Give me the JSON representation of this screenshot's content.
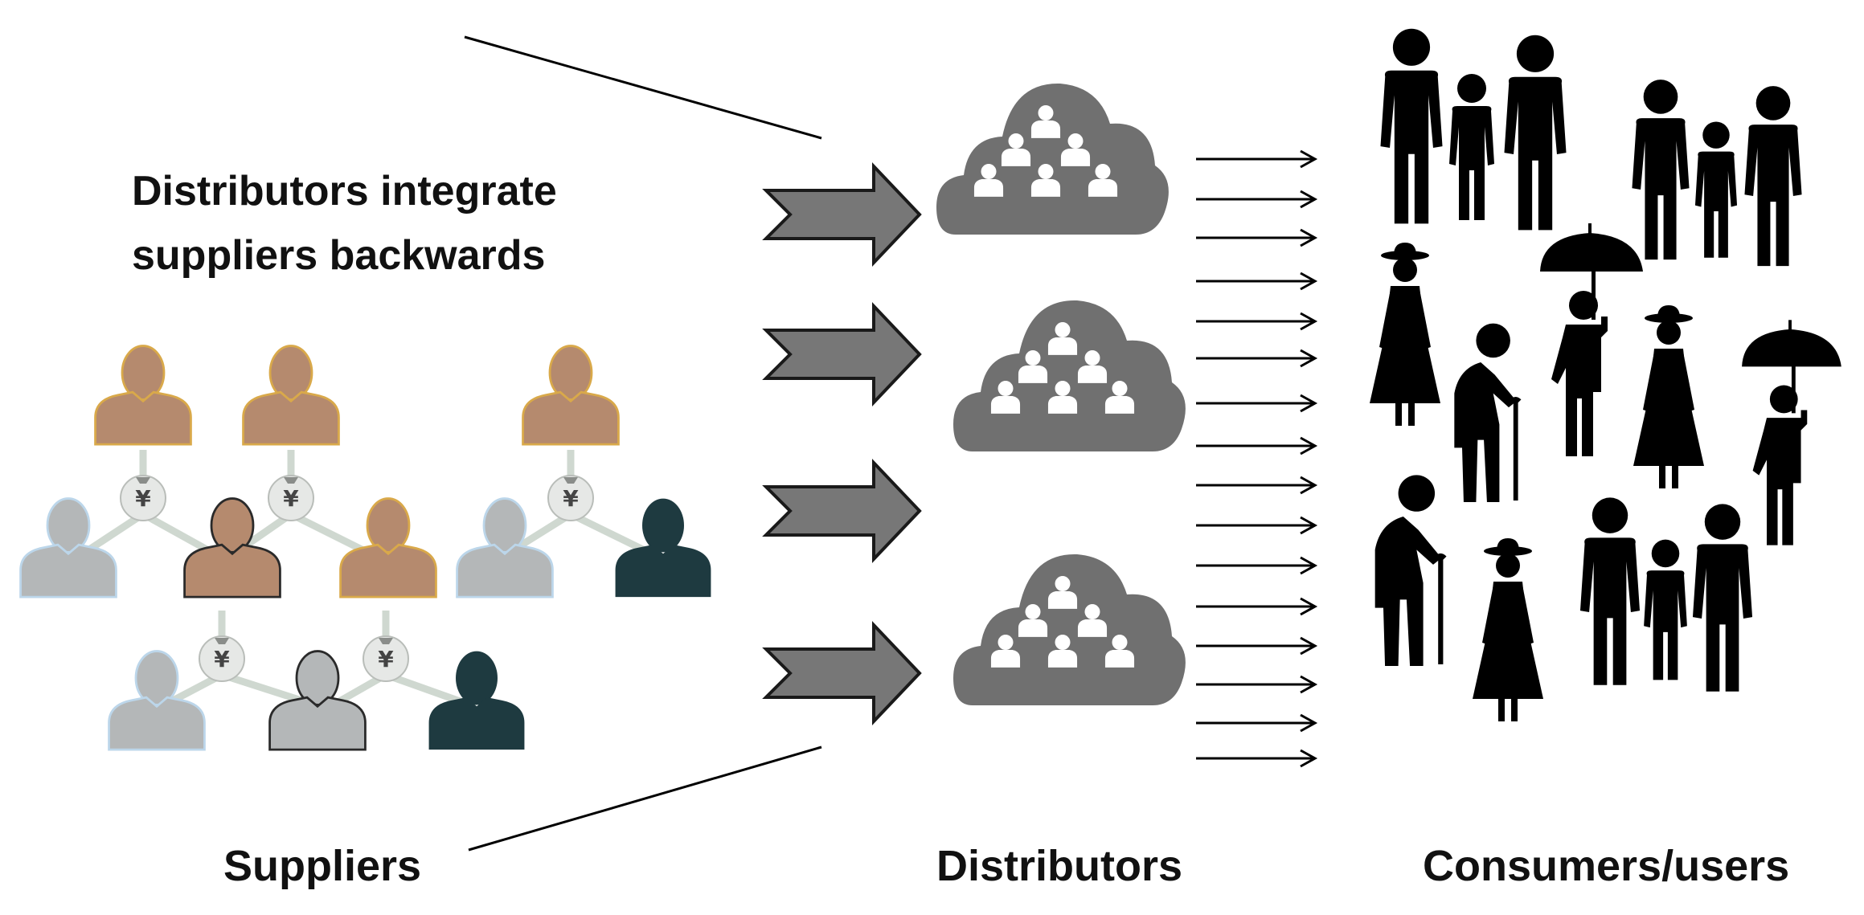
{
  "headline": {
    "line1": "Distributors integrate",
    "line2": "suppliers backwards"
  },
  "labels": {
    "suppliers": "Suppliers",
    "distributors": "Distributors",
    "consumers": "Consumers/users"
  },
  "icons": {
    "money_bag_symbol": "¥",
    "supplier_person": "person-icon",
    "distributor_cloud": "cloud-group-icon",
    "consumer_family": "family-icon",
    "consumer_elder": "elder-with-cane-icon",
    "consumer_woman": "woman-with-hat-icon",
    "consumer_umbrella": "person-with-umbrella-icon"
  },
  "colors": {
    "supplier_brown": "#b58a6e",
    "supplier_gray": "#b4b7b8",
    "supplier_dark": "#1e3a40",
    "block_arrow": "#777777",
    "cloud": "#707070",
    "silhouette": "#000000"
  }
}
